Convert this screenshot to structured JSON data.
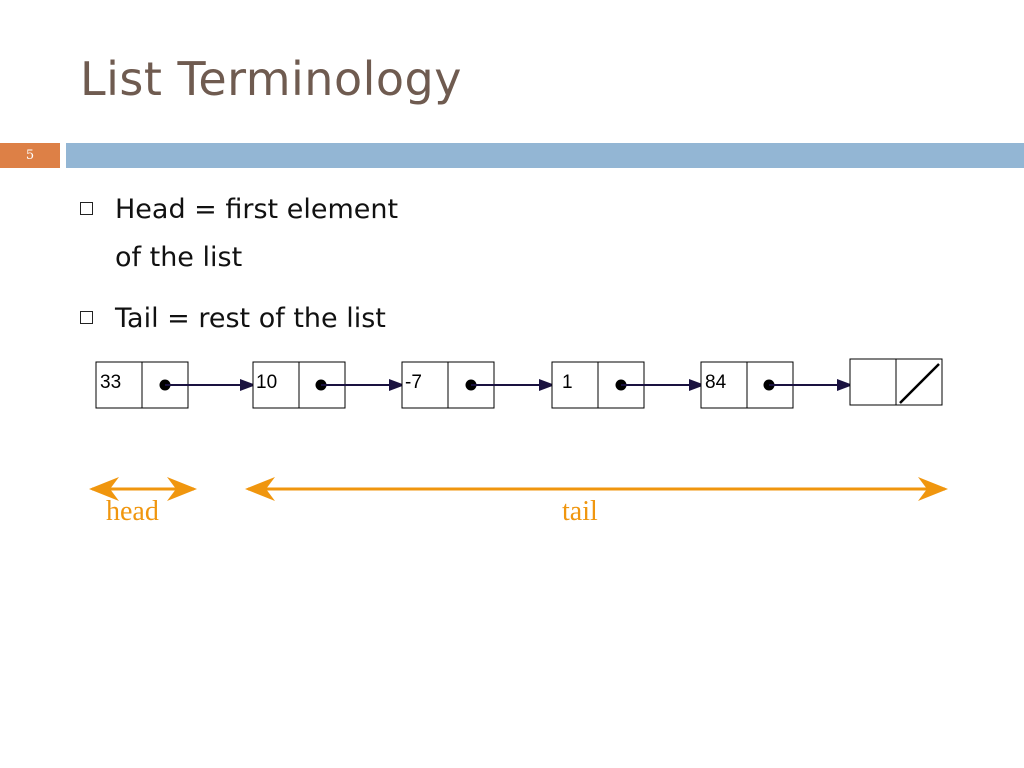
{
  "slide": {
    "title": "List Terminology",
    "page_number": "5"
  },
  "bullets": [
    {
      "lines": [
        "Head = first element",
        "of the list"
      ]
    },
    {
      "lines": [
        "Tail = rest of the list"
      ]
    }
  ],
  "list_nodes": [
    "33",
    "10",
    "-7",
    "1",
    "84"
  ],
  "labels": {
    "head": "head",
    "tail": "tail"
  },
  "colors": {
    "title": "#6f5b50",
    "accent_orange": "#f0960e",
    "page_badge": "#dd8046",
    "header_bar": "#93b6d4",
    "pointer_arrow": "#1a1240"
  }
}
